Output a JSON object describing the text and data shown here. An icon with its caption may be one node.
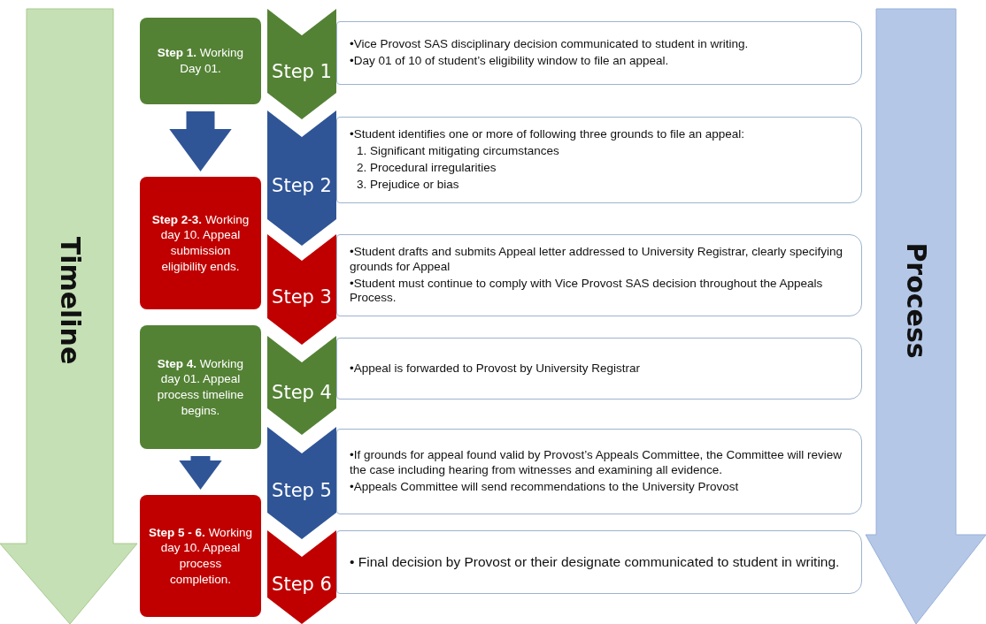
{
  "diagram": {
    "nodes": [
      {
        "text": [
          "Timeline"
        ]
      },
      {
        "text": [
          "Process"
        ]
      },
      {
        "text": [
          "**Step 1.** Working Day 01."
        ]
      },
      {
        "text": [
          "**Step 2-3.** Working day 10. Appeal submission eligibility ends."
        ]
      },
      {
        "text": [
          "**Step 4.** Working day 01. Appeal process timeline begins."
        ]
      },
      {
        "text": [
          "**Step 5 - 6.** Working day 10. Appeal process completion."
        ]
      },
      {
        "text": [
          "Step 1"
        ]
      },
      {
        "text": [
          "Step 2"
        ]
      },
      {
        "text": [
          "Step 3"
        ]
      },
      {
        "text": [
          "Step 4"
        ]
      },
      {
        "text": [
          "Step 5"
        ]
      },
      {
        "text": [
          "Step 6"
        ]
      },
      {
        "text": [
          "•Vice Provost SAS disciplinary decision communicated to student in writing.",
          "•Day 01 of 10 of student’s eligibility window to file an appeal."
        ]
      },
      {
        "text": [
          "•Student identifies one or more of following three grounds to file an appeal:",
          "1. Significant mitigating circumstances",
          "2. Procedural irregularities",
          "3. Prejudice or bias"
        ]
      },
      {
        "text": [
          "•Student drafts and submits Appeal letter addressed to University Registrar, clearly specifying grounds for Appeal",
          "•Student must continue to comply with Vice Provost SAS decision throughout the Appeals Process."
        ]
      },
      {
        "text": [
          "•Appeal is forwarded to Provost by University Registrar"
        ]
      },
      {
        "text": [
          "•If grounds for appeal found valid by Provost’s Appeals Committee, the Committee will review the case including hearing from witnesses and examining all evidence.",
          "•Appeals Committee will send recommendations to the University Provost"
        ]
      },
      {
        "text": [
          "• Final decision by Provost or their designate communicated to student in writing."
        ]
      }
    ],
    "edges": [
      {
        "from": 2,
        "to": 3,
        "arrow": "to"
      },
      {
        "from": 4,
        "to": 5,
        "arrow": "to"
      }
    ]
  }
}
